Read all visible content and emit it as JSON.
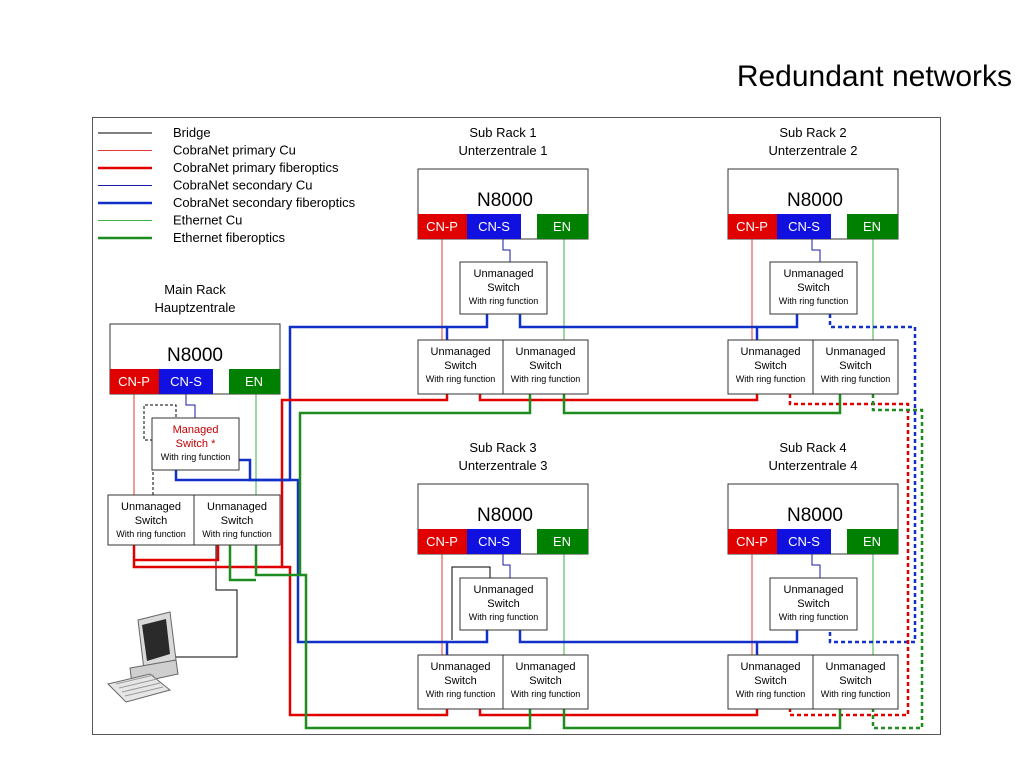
{
  "slide": {
    "title": "Redundant networks"
  },
  "legend": [
    {
      "label": "Bridge",
      "color": "#000000",
      "weight": "thin",
      "style": "solid"
    },
    {
      "label": "CobraNet primary Cu",
      "color": "#e53935",
      "weight": "thin",
      "style": "solid"
    },
    {
      "label": "CobraNet primary fiberoptics",
      "color": "#e00000",
      "weight": "thick",
      "style": "solid"
    },
    {
      "label": "CobraNet secondary Cu",
      "color": "#1a1aa8",
      "weight": "thin",
      "style": "solid"
    },
    {
      "label": "CobraNet secondary fiberoptics",
      "color": "#1030c8",
      "weight": "thick",
      "style": "solid"
    },
    {
      "label": "Ethernet Cu",
      "color": "#3cb043",
      "weight": "thin",
      "style": "solid"
    },
    {
      "label": "Ethernet fiberoptics",
      "color": "#1e8c1e",
      "weight": "thick",
      "style": "solid"
    }
  ],
  "racks": [
    {
      "id": "main",
      "label1": "Main Rack",
      "label2": "Hauptzentrale",
      "device": "N8000",
      "ports": [
        "CN-P",
        "CN-S",
        "EN"
      ]
    },
    {
      "id": "sub1",
      "label1": "Sub Rack 1",
      "label2": "Unterzentrale 1",
      "device": "N8000",
      "ports": [
        "CN-P",
        "CN-S",
        "EN"
      ]
    },
    {
      "id": "sub2",
      "label1": "Sub Rack 2",
      "label2": "Unterzentrale 2",
      "device": "N8000",
      "ports": [
        "CN-P",
        "CN-S",
        "EN"
      ]
    },
    {
      "id": "sub3",
      "label1": "Sub Rack 3",
      "label2": "Unterzentrale 3",
      "device": "N8000",
      "ports": [
        "CN-P",
        "CN-S",
        "EN"
      ]
    },
    {
      "id": "sub4",
      "label1": "Sub Rack 4",
      "label2": "Unterzentrale 4",
      "device": "N8000",
      "ports": [
        "CN-P",
        "CN-S",
        "EN"
      ]
    }
  ],
  "switch_text": {
    "line1": "Unmanaged",
    "line2": "Switch",
    "line3": "With ring function"
  },
  "managed_switch_text": {
    "line1": "Managed",
    "line2": "Switch *",
    "line3": "With ring function"
  },
  "colors": {
    "cnp_port": "#e00000",
    "cns_port": "#1010e0",
    "en_port": "#008000",
    "primary": "#e00000",
    "secondary": "#1030c8",
    "ethernet": "#1e8c1e",
    "managed_text": "#c00000"
  },
  "icons": {
    "computer": "computer-icon"
  }
}
